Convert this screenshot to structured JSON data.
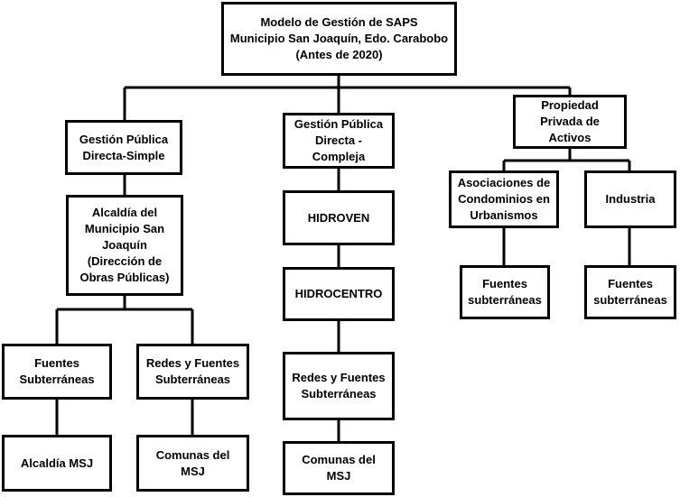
{
  "diagram": {
    "root": "Modelo de Gestión de SAPS\nMunicipio San Joaquín, Edo. Carabobo\n(Antes de 2020)",
    "col1": {
      "header": "Gestión Pública\nDirecta-Simple",
      "alcaldia": "Alcaldía del\nMunicipio San\nJoaquín\n(Dirección de\nObras Públicas)",
      "fuentes": "Fuentes\nSubterráneas",
      "alcaldia_msj": "Alcaldía MSJ",
      "redes": "Redes y Fuentes\nSubterráneas",
      "comunas": "Comunas del\nMSJ"
    },
    "col2": {
      "header": "Gestión  Pública\nDirecta -\nCompleja",
      "hidroven": "HIDROVEN",
      "hidrocentro": "HIDROCENTRO",
      "redes": "Redes y Fuentes\nSubterráneas",
      "comunas": "Comunas del\nMSJ"
    },
    "col3": {
      "header": "Propiedad\nPrivada de\nActivos",
      "asociaciones": "Asociaciones de\nCondominios en\nUrbanismos",
      "industria": "Industria",
      "fuentes_a": "Fuentes\nsubterráneas",
      "fuentes_b": "Fuentes\nsubterráneas"
    }
  }
}
